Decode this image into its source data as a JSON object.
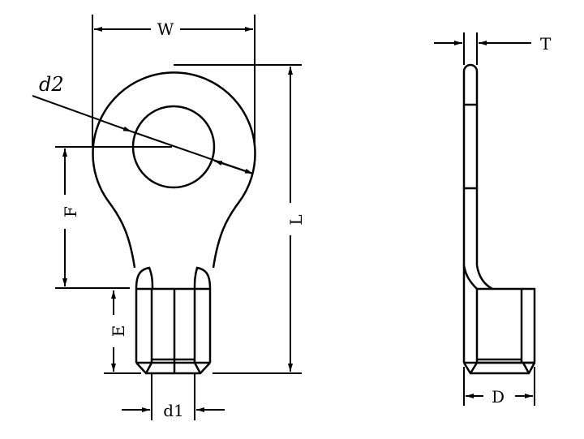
{
  "labels": {
    "W": "W",
    "d2": "d2",
    "F": "F",
    "L": "L",
    "E": "E",
    "d1": "d1",
    "T": "T",
    "D": "D"
  },
  "colors": {
    "line": "#000000",
    "background": "#ffffff"
  }
}
